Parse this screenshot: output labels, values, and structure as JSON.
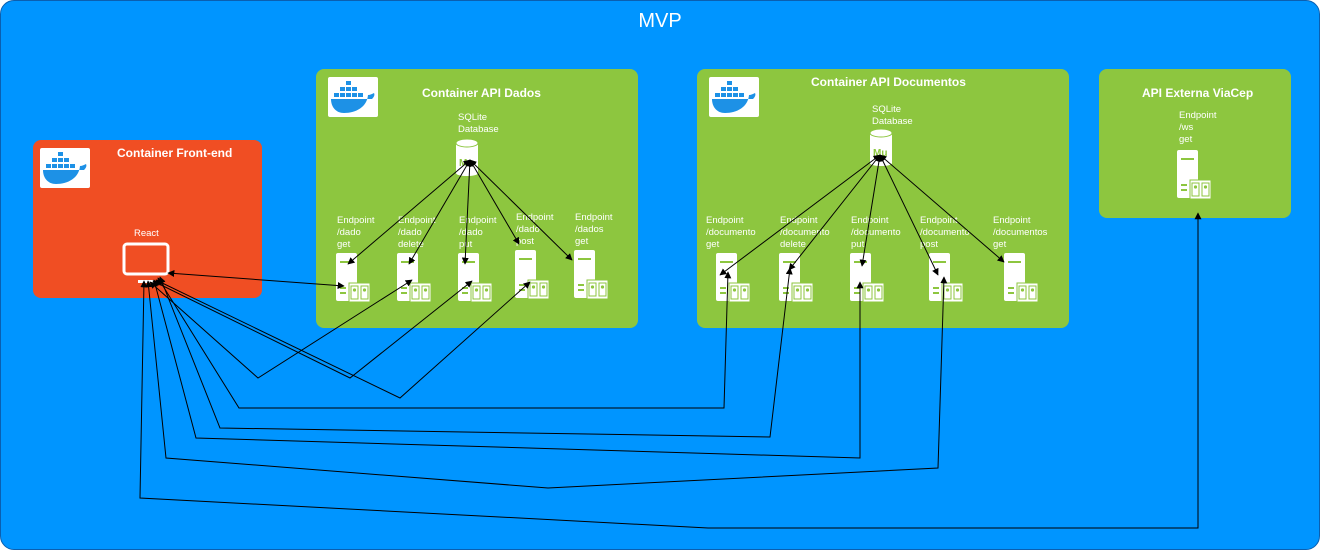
{
  "diagram": {
    "title": "MVP",
    "frontend": {
      "title": "Container Front-end",
      "client_label": "React",
      "icons": [
        "docker-icon",
        "monitor-icon"
      ]
    },
    "api_dados": {
      "title": "Container API Dados",
      "database_label": "SQLite\nDatabase",
      "endpoints": [
        "Endpoint\n/dado\nget",
        "Endpoint\n/dado\ndelete",
        "Endpoint\n/dado\nput",
        "Endpoint\n/dado\npost",
        "Endpoint\n/dados\nget"
      ]
    },
    "api_documentos": {
      "title": "Container API Documentos",
      "database_label": "SQLite\nDatabase",
      "endpoints": [
        "Endpoint\n/documento\nget",
        "Endpoint\n/documento\ndelete",
        "Endpoint\n/documento\nput",
        "Endpoint\n/documento\npost",
        "Endpoint\n/documentos\nget"
      ]
    },
    "api_externa": {
      "title": "API Externa ViaCep",
      "endpoints": [
        "Endpoint\n/ws\nget"
      ]
    },
    "colors": {
      "background": "#0095ff",
      "container_green": "#8dc63f",
      "container_orange": "#f04e23",
      "docker_blue": "#1d91e6",
      "text": "#ffffff",
      "lines": "#000000"
    }
  }
}
